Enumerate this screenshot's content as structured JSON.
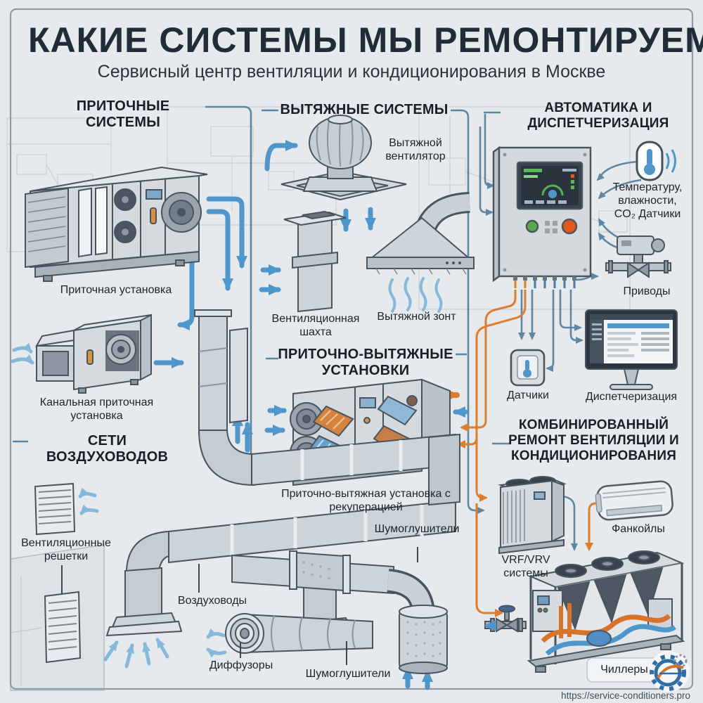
{
  "meta": {
    "title": "КАКИЕ СИСТЕМЫ МЫ РЕМОНТИРУЕМ",
    "subtitle": "Сервисный центр вентиляции и кондиционирования в Москве",
    "site_url": "https://service-conditioners.pro"
  },
  "sections": {
    "supply": {
      "header": "ПРИТОЧНЫЕ СИСТЕМЫ"
    },
    "exhaust": {
      "header": "ВЫТЯЖНЫЕ СИСТЕМЫ"
    },
    "automation": {
      "header": "АВТОМАТИКА И ДИСПЕТЧЕРИЗАЦИЯ"
    },
    "recovery": {
      "header": "ПРИТОЧНО-ВЫТЯЖНЫЕ УСТАНОВКИ"
    },
    "ducts": {
      "header": "СЕТИ ВОЗДУХОВОДОВ"
    },
    "combined": {
      "header": "КОМБИНИРОВАННЫЙ РЕМОНТ ВЕНТИЛЯЦИИ И КОНДИЦИОНИРОВАНИЯ"
    }
  },
  "labels": {
    "ahu": "Приточная установка",
    "duct_supply_unit": "Канальная приточная установка",
    "roof_fan": "Вытяжной вентилятор",
    "vent_shaft": "Вентиляционная шахта",
    "exhaust_hood": "Вытяжной зонт",
    "sensors_multi": "Температуру, влажности, CO₂ Датчики",
    "actuators": "Приводы",
    "sensors": "Датчики",
    "dispatching": "Диспетчеризация",
    "recovery_unit": "Приточно-вытяжная установка с рекуперацией",
    "grilles": "Вентиляционные решетки",
    "air_ducts": "Воздуховоды",
    "diffusers": "Диффузоры",
    "silencers_top": "Шумоглушители",
    "silencers_bottom": "Шумоглушители",
    "vrf": "VRF/VRV системы",
    "fancoils": "Фанкойлы",
    "chillers": "Чиллеры"
  },
  "colors": {
    "background": "#e7eaec",
    "frame": "#8f9aa3",
    "title": "#222c38",
    "subtitle": "#2a333d",
    "header": "#181f28",
    "label": "#1d242c",
    "arrow_blue": "#4f96cb",
    "arrow_blue_light": "#85b9dc",
    "arrow_orange": "#dd7d2e",
    "connector_steel": "#5f87a3",
    "metal_light": "#d4dade",
    "metal_mid": "#b9c2c9",
    "metal_dark": "#49545e",
    "screen_green": "#5cb85c",
    "button_red": "#e05a1e"
  }
}
